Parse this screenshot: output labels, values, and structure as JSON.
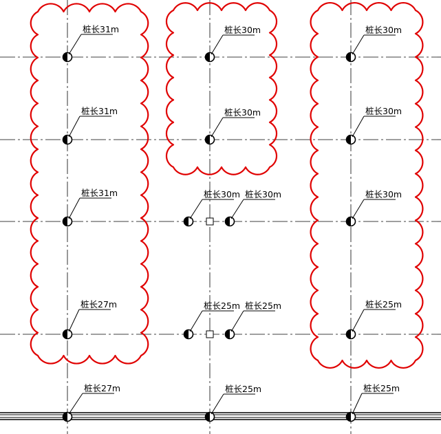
{
  "colors": {
    "background": "#ffffff",
    "axis": "#000000",
    "ink": "#000000",
    "revision_cloud": "#e00000"
  },
  "revision_clouds": [
    {
      "name": "cloud-left-column"
    },
    {
      "name": "cloud-middle-top"
    },
    {
      "name": "cloud-right-column"
    }
  ],
  "piles": [
    {
      "name": "pile-a1",
      "label": "桩长31m",
      "symbol": "half-filled-circle"
    },
    {
      "name": "pile-a2",
      "label": "桩长31m",
      "symbol": "half-filled-circle"
    },
    {
      "name": "pile-a3",
      "label": "桩长31m",
      "symbol": "half-filled-circle"
    },
    {
      "name": "pile-a4",
      "label": "桩长27m",
      "symbol": "half-filled-circle"
    },
    {
      "name": "pile-a5",
      "label": "桩长27m",
      "symbol": "half-filled-circle"
    },
    {
      "name": "pile-b1",
      "label": "桩长30m",
      "symbol": "half-filled-circle"
    },
    {
      "name": "pile-b2",
      "label": "桩长30m",
      "symbol": "half-filled-circle"
    },
    {
      "name": "pile-b3-left",
      "label": "桩长30m",
      "symbol": "half-filled-circle"
    },
    {
      "name": "pile-b3-right",
      "label": "桩长30m",
      "symbol": "half-filled-circle"
    },
    {
      "name": "pile-b4-left",
      "label": "桩长25m",
      "symbol": "half-filled-circle"
    },
    {
      "name": "pile-b4-right",
      "label": "桩长25m",
      "symbol": "half-filled-circle"
    },
    {
      "name": "pile-b5",
      "label": "桩长25m",
      "symbol": "half-filled-circle"
    },
    {
      "name": "pile-c1",
      "label": "桩长30m",
      "symbol": "half-filled-circle"
    },
    {
      "name": "pile-c2",
      "label": "桩长30m",
      "symbol": "half-filled-circle"
    },
    {
      "name": "pile-c3",
      "label": "桩长30m",
      "symbol": "half-filled-circle"
    },
    {
      "name": "pile-c4",
      "label": "桩长25m",
      "symbol": "half-filled-circle"
    },
    {
      "name": "pile-c5",
      "label": "桩长25m",
      "symbol": "half-filled-circle"
    }
  ]
}
